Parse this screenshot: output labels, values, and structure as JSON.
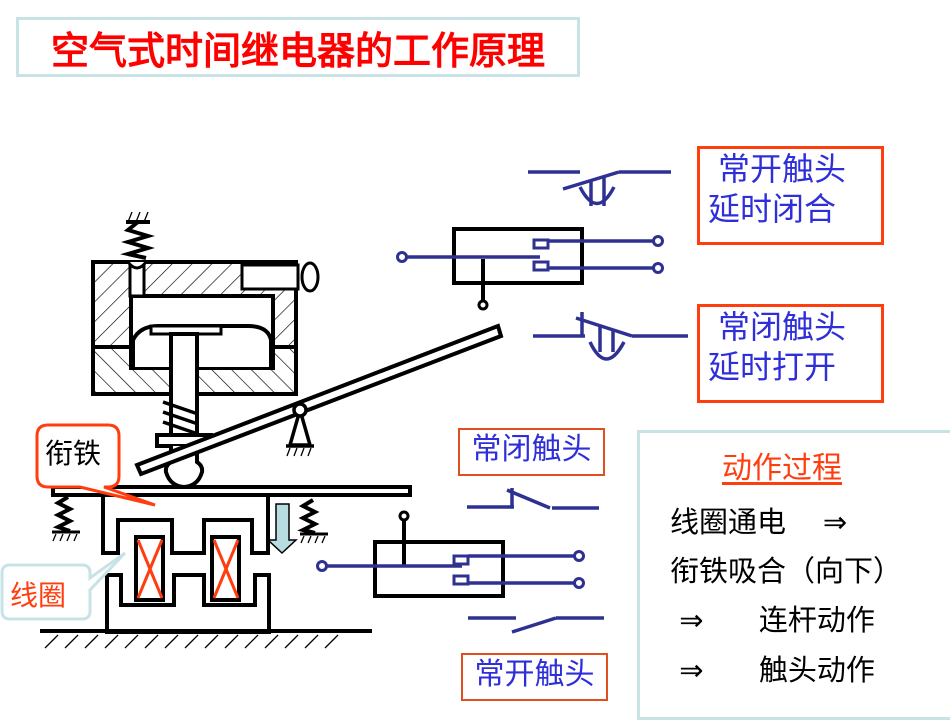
{
  "title": "空气式时间继电器的工作原理",
  "labels": {
    "no_delay_close": [
      "常开触头",
      "延时闭合"
    ],
    "nc_delay_open": [
      "常闭触头",
      "延时打开"
    ],
    "nc_contact": "常闭触头",
    "no_contact": "常开触头",
    "armature": "衔铁",
    "coil": "线圈"
  },
  "process": {
    "title": "动作过程",
    "steps": [
      "线圈通电    ⇒",
      "衔铁吸合（向下）",
      " ⇒      连杆动作",
      " ⇒      触头动作"
    ]
  },
  "colors": {
    "title": "#ff0000",
    "contact_line": "#2e3192",
    "label_text": "#2f2fd9",
    "label_border": "#ff3d0f",
    "panel_border": "#c7e3e6",
    "coil_cross": "#ff3d0f"
  },
  "icons": {
    "arrow_down": "down-arrow-icon",
    "spring": "spring-icon",
    "pivot": "pivot-icon"
  }
}
